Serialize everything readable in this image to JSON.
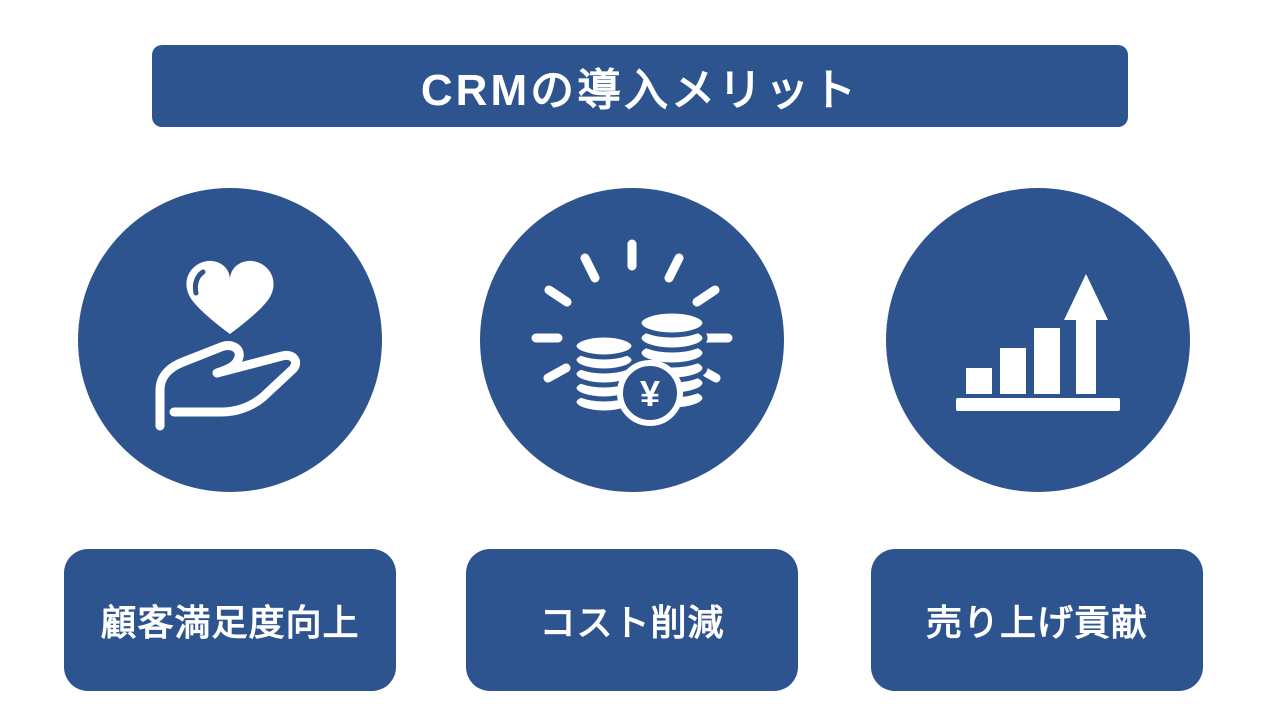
{
  "title": "CRMの導入メリット",
  "colors": {
    "accent": "#2E5490",
    "icon": "#FFFFFF",
    "background": "#FFFFFF"
  },
  "items": [
    {
      "label": "顧客満足度向上",
      "icon": "heart-in-hand-icon"
    },
    {
      "label": "コスト削減",
      "icon": "coins-yen-icon"
    },
    {
      "label": "売り上げ貢献",
      "icon": "bar-chart-growth-icon"
    }
  ],
  "coin_badge_symbol": "¥"
}
